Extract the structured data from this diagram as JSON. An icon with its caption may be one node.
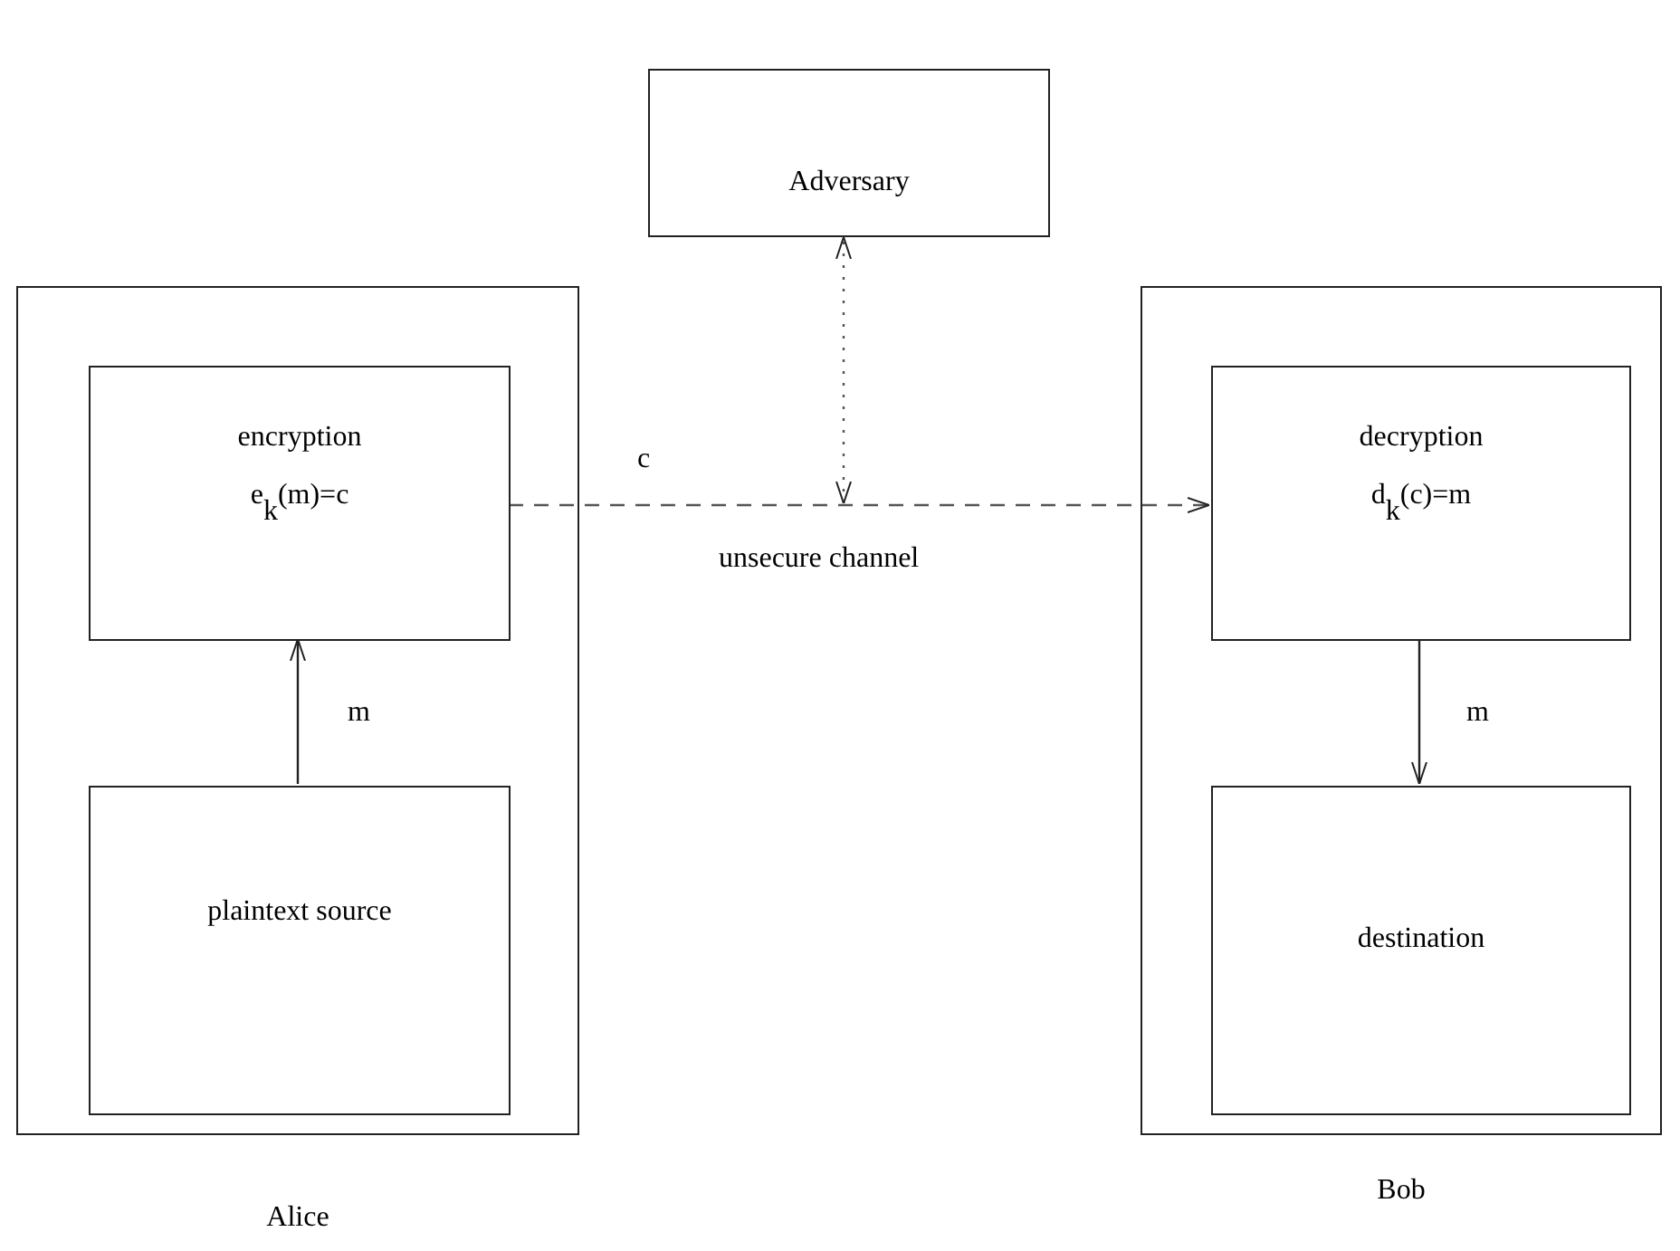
{
  "diagram": {
    "nodes": [
      {
        "text": [
          "Adversary"
        ]
      },
      {
        "text": [
          "Alice"
        ]
      },
      {
        "text": [
          "encryption",
          "e$_{k}$(m)=c"
        ],
        "in": 1
      },
      {
        "text": [
          "plaintext source"
        ],
        "in": 1
      },
      {
        "text": [
          "Bob"
        ]
      },
      {
        "text": [
          "decryption",
          "d$_{k}$(c)=m"
        ],
        "in": 4
      },
      {
        "text": [
          "destination"
        ],
        "in": 4
      }
    ],
    "edges": [
      {
        "from": 2,
        "to": 5,
        "arrow": "to",
        "style": "dashed",
        "label": "c"
      },
      {
        "from": null,
        "to": 0,
        "arrow": "both",
        "style": "dashed"
      },
      {
        "from": 3,
        "to": 2,
        "arrow": "to",
        "label": "m"
      },
      {
        "from": 5,
        "to": 6,
        "arrow": "to",
        "label": "m"
      }
    ],
    "labels": [
      "unsecure channel"
    ]
  }
}
